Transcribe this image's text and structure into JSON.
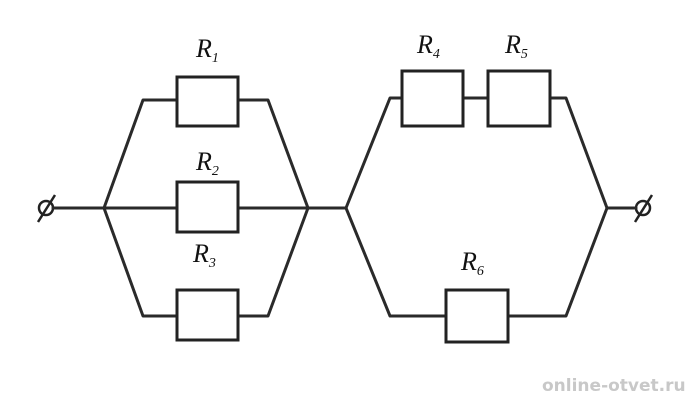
{
  "resistors": [
    {
      "id": "r1",
      "symbol": "R",
      "index": "1"
    },
    {
      "id": "r2",
      "symbol": "R",
      "index": "2"
    },
    {
      "id": "r3",
      "symbol": "R",
      "index": "3"
    },
    {
      "id": "r4",
      "symbol": "R",
      "index": "4"
    },
    {
      "id": "r5",
      "symbol": "R",
      "index": "5"
    },
    {
      "id": "r6",
      "symbol": "R",
      "index": "6"
    }
  ],
  "watermark": "online-otvet.ru"
}
